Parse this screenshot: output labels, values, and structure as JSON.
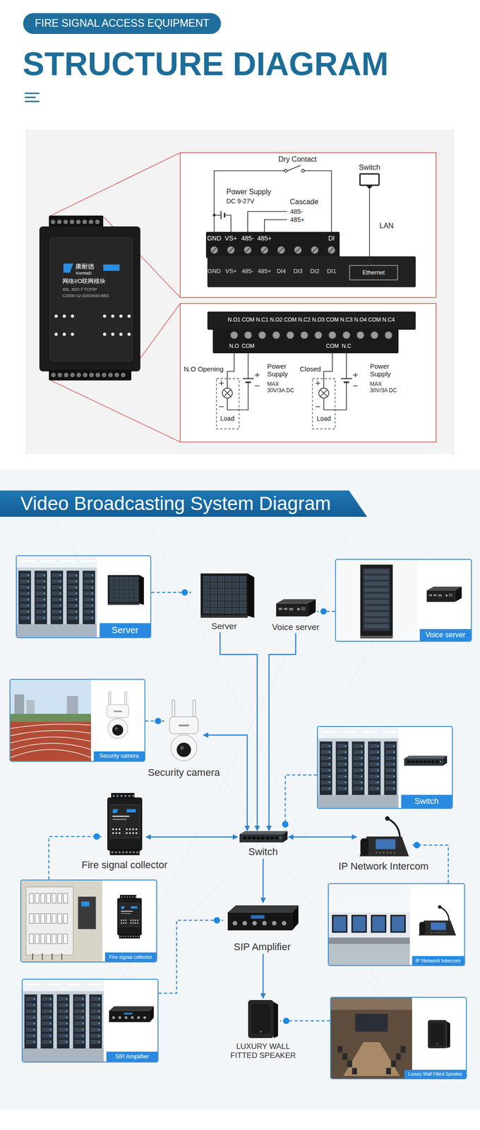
{
  "diagram": {
    "title": "STRUCTURE DIAGRAM",
    "nodes": [
      {
        "text": [
          "Server"
        ]
      },
      {
        "text": [
          "Server"
        ]
      },
      {
        "text": [
          "Voice server"
        ]
      },
      {
        "text": [
          "Voice server"
        ]
      },
      {
        "text": [
          "Security camera"
        ]
      },
      {
        "text": [
          "Security camera"
        ]
      },
      {
        "text": [
          "Switch"
        ]
      },
      {
        "text": [
          "Fire signal collector"
        ]
      },
      {
        "text": [
          "Switch"
        ]
      },
      {
        "text": [
          "IP Network Intercom"
        ]
      },
      {
        "text": [
          "Fire signal collector"
        ]
      },
      {
        "text": [
          "IP Network Intercom"
        ]
      },
      {
        "text": [
          "SIP Amplifier"
        ]
      },
      {
        "text": [
          "SIP Amplifier"
        ]
      },
      {
        "text": [
          "LUXURY WALL FITTED SPEAKER"
        ]
      },
      {
        "text": [
          "Luxury Wall Fitted Speaker"
        ]
      }
    ],
    "edges": [
      {
        "from": 0,
        "to": 1,
        "arrow": "none"
      },
      {
        "from": 3,
        "to": 2,
        "arrow": "none"
      },
      {
        "from": 4,
        "to": 5,
        "arrow": "none"
      },
      {
        "from": 6,
        "to": 8,
        "arrow": "none"
      },
      {
        "from": 10,
        "to": 7,
        "arrow": "none"
      },
      {
        "from": 11,
        "to": 9,
        "arrow": "none"
      },
      {
        "from": 13,
        "to": 12,
        "arrow": "none"
      },
      {
        "from": 15,
        "to": 14,
        "arrow": "none"
      },
      {
        "from": 1,
        "to": 8,
        "arrow": "to"
      },
      {
        "from": 2,
        "to": 8,
        "arrow": "to"
      },
      {
        "from": 8,
        "to": 5,
        "arrow": "both"
      },
      {
        "from": 8,
        "to": 7,
        "arrow": "both"
      },
      {
        "from": 8,
        "to": 9,
        "arrow": "both"
      },
      {
        "from": 8,
        "to": 12,
        "arrow": "to"
      },
      {
        "from": 12,
        "to": 14,
        "arrow": "to"
      }
    ],
    "labels": [
      "FIRE SIGNAL ACCESS EQUIPMENT",
      "Video Broadcasting System Diagram",
      "Dry Contact",
      "Switch",
      "Power Supply",
      "DC 9-27V",
      "Cascade",
      "485-",
      "485+",
      "LAN",
      "GND",
      "VS+",
      "485-",
      "485+",
      "DI",
      "GND",
      "VS+",
      "485-",
      "485+",
      "DI4",
      "DI3",
      "DI2",
      "DI1",
      "Ethernet",
      "N.O1",
      "COM",
      "N.C1",
      "N.O2",
      "COM",
      "N.C2",
      "N.O3",
      "COM",
      "N.C3",
      "N.O4",
      "COM",
      "N.C4",
      "N.O",
      "COM",
      "COM",
      "N.C",
      "N.O Opening",
      "Power Supply",
      "MAX 30V/3A DC",
      "Closed",
      "Power Supply",
      "MAX 30V/3A DC",
      "Load",
      "Load",
      "康耐德",
      "KonNaD",
      "网络I/O联网模块",
      "4DI, 4DO // TCP/IP",
      "C2000-A2-SDD4040-BB3"
    ]
  }
}
